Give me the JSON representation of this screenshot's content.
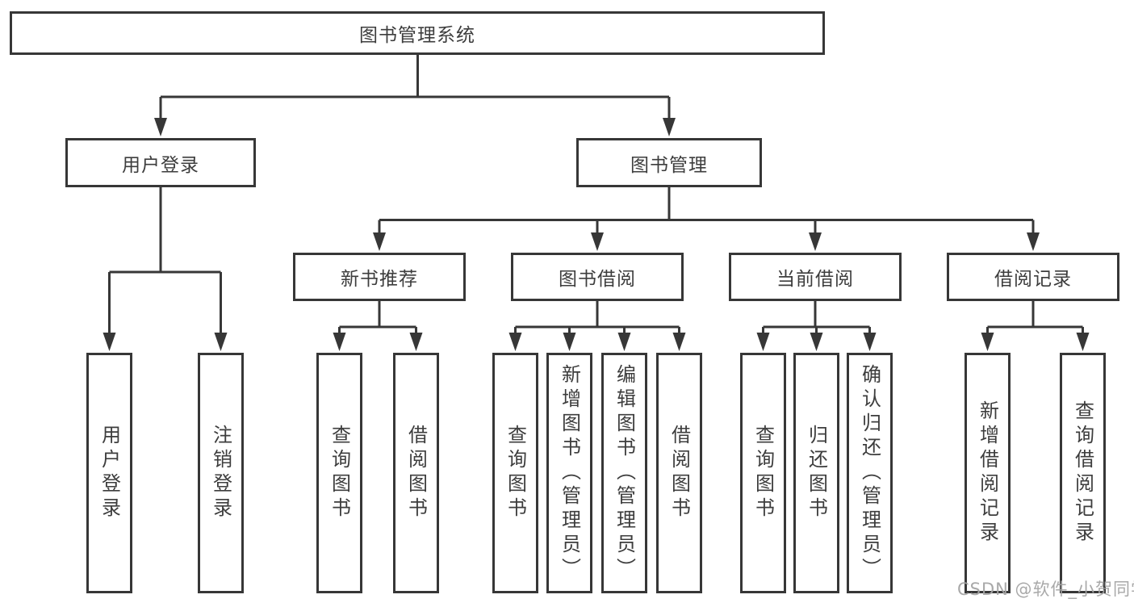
{
  "diagram": {
    "root": "图书管理系统",
    "l2": [
      "用户登录",
      "图书管理"
    ],
    "l3": [
      "新书推荐",
      "图书借阅",
      "当前借阅",
      "借阅记录"
    ],
    "leaves_login": [
      "用户登录",
      "注销登录"
    ],
    "leaves_newbook": [
      "查询图书",
      "借阅图书"
    ],
    "leaves_borrow": [
      "查询图书",
      "新增图书（管理员）",
      "编辑图书（管理员）",
      "借阅图书"
    ],
    "leaves_current": [
      "查询图书",
      "归还图书",
      "确认归还（管理员）"
    ],
    "leaves_records": [
      "新增借阅记录",
      "查询借阅记录"
    ]
  },
  "watermark": "CSDN @软件_小贺同学",
  "colors": {
    "line": "#373737",
    "text": "#3d3d3d",
    "background": "#ffffff",
    "watermark": "#a4a4a4"
  }
}
